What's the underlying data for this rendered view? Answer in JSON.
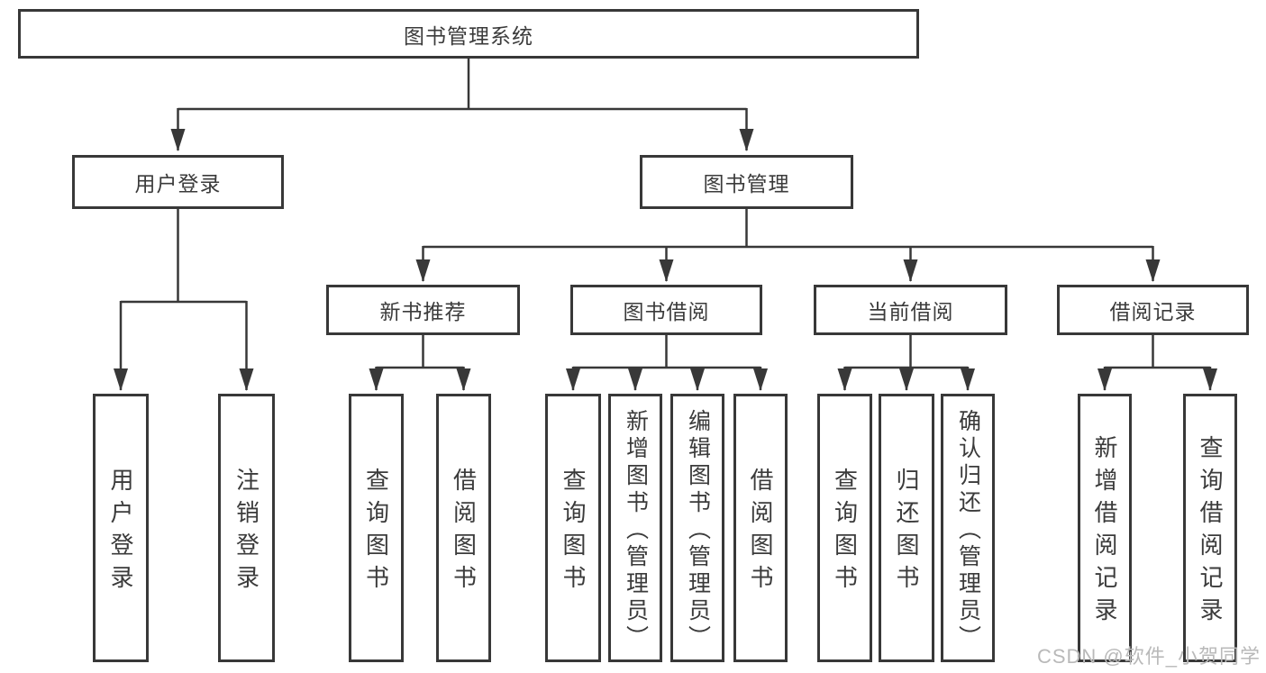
{
  "diagram": {
    "root": {
      "label": "图书管理系统"
    },
    "branches": [
      {
        "label": "用户登录",
        "children": [
          {
            "label": "用户登录"
          },
          {
            "label": "注销登录"
          }
        ]
      },
      {
        "label": "图书管理",
        "children": [
          {
            "label": "新书推荐",
            "children": [
              {
                "label": "查询图书"
              },
              {
                "label": "借阅图书"
              }
            ]
          },
          {
            "label": "图书借阅",
            "children": [
              {
                "label": "查询图书"
              },
              {
                "label": "新增图书（管理员）"
              },
              {
                "label": "编辑图书（管理员）"
              },
              {
                "label": "借阅图书"
              }
            ]
          },
          {
            "label": "当前借阅",
            "children": [
              {
                "label": "查询图书"
              },
              {
                "label": "归还图书"
              },
              {
                "label": "确认归还（管理员）"
              }
            ]
          },
          {
            "label": "借阅记录",
            "children": [
              {
                "label": "新增借阅记录"
              },
              {
                "label": "查询借阅记录"
              }
            ]
          }
        ]
      }
    ],
    "watermark": "CSDN @软件_小贺同学",
    "colors": {
      "line": "#383838",
      "text": "#3b3b3b",
      "watermark": "#b9b9b9",
      "box_background": "#ffffff"
    }
  }
}
